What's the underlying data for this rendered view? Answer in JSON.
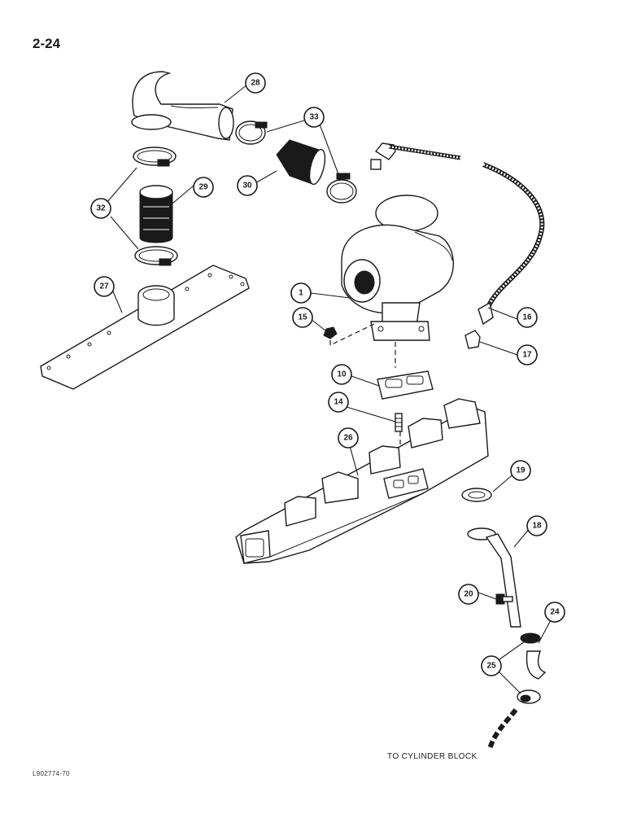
{
  "page": {
    "number": "2-24",
    "figure_code": "L902774-70"
  },
  "target_label": "TO CYLINDER BLOCK",
  "callouts": {
    "c1": "1",
    "c10": "10",
    "c14": "14",
    "c15": "15",
    "c16": "16",
    "c17": "17",
    "c18": "18",
    "c19": "19",
    "c20": "20",
    "c24": "24",
    "c25": "25",
    "c26": "26",
    "c27": "27",
    "c28": "28",
    "c29": "29",
    "c30": "30",
    "c32": "32",
    "c33": "33"
  }
}
